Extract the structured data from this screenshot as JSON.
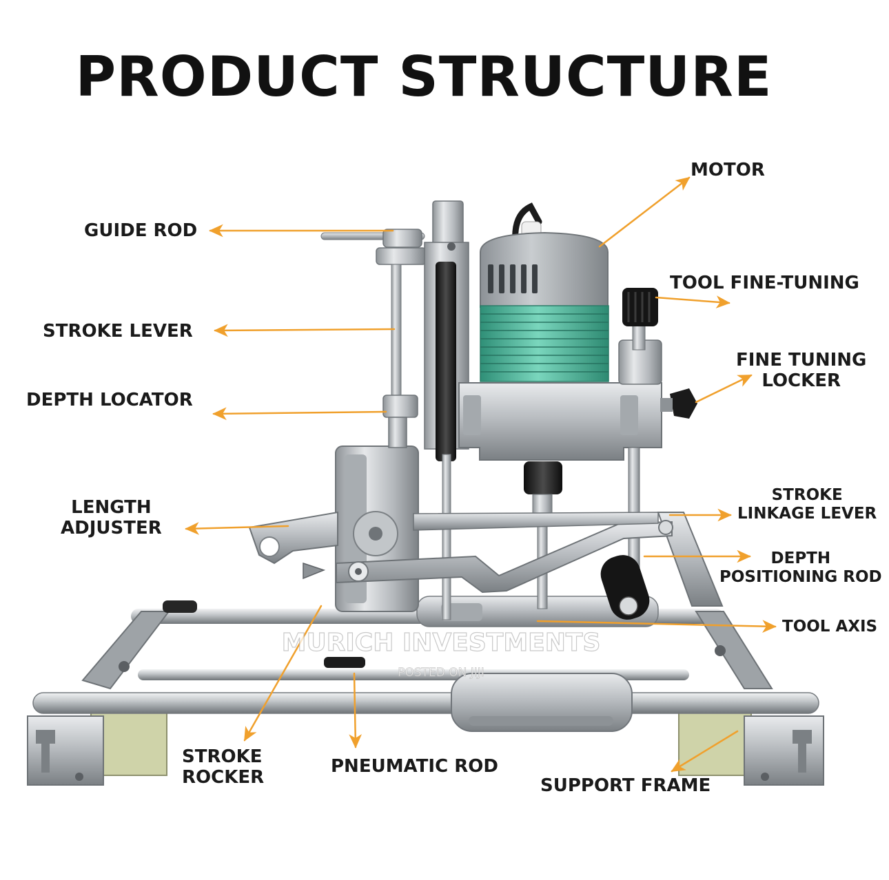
{
  "title": "PRODUCT STRUCTURE",
  "labels": {
    "motor": "MOTOR",
    "guide_rod": "GUIDE ROD",
    "tool_fine_tuning": "TOOL FINE-TUNING",
    "stroke_lever": "STROKE LEVER",
    "fine_tuning_locker": [
      "FINE TUNING",
      "LOCKER"
    ],
    "depth_locator": "DEPTH LOCATOR",
    "length_adjuster": [
      "LENGTH",
      "ADJUSTER"
    ],
    "stroke_linkage_lever": [
      "STROKE",
      "LINKAGE LEVER"
    ],
    "depth_positioning_rod": [
      "DEPTH",
      "POSITIONING ROD"
    ],
    "tool_axis": "TOOL AXIS",
    "stroke_rocker": [
      "STROKE",
      "ROCKER"
    ],
    "pneumatic_rod": "PNEUMATIC ROD",
    "support_frame": "SUPPORT FRAME"
  },
  "watermark": {
    "main": "MURICH INVESTMENTS",
    "sub": "POSTED ON JIJI"
  },
  "colors": {
    "arrow": "#f0a02c",
    "motor_band": "#4fb79d",
    "metal": "#b8bcc0"
  },
  "icons": {
    "arrow": "arrowhead-icon",
    "knob": "knob-icon"
  }
}
